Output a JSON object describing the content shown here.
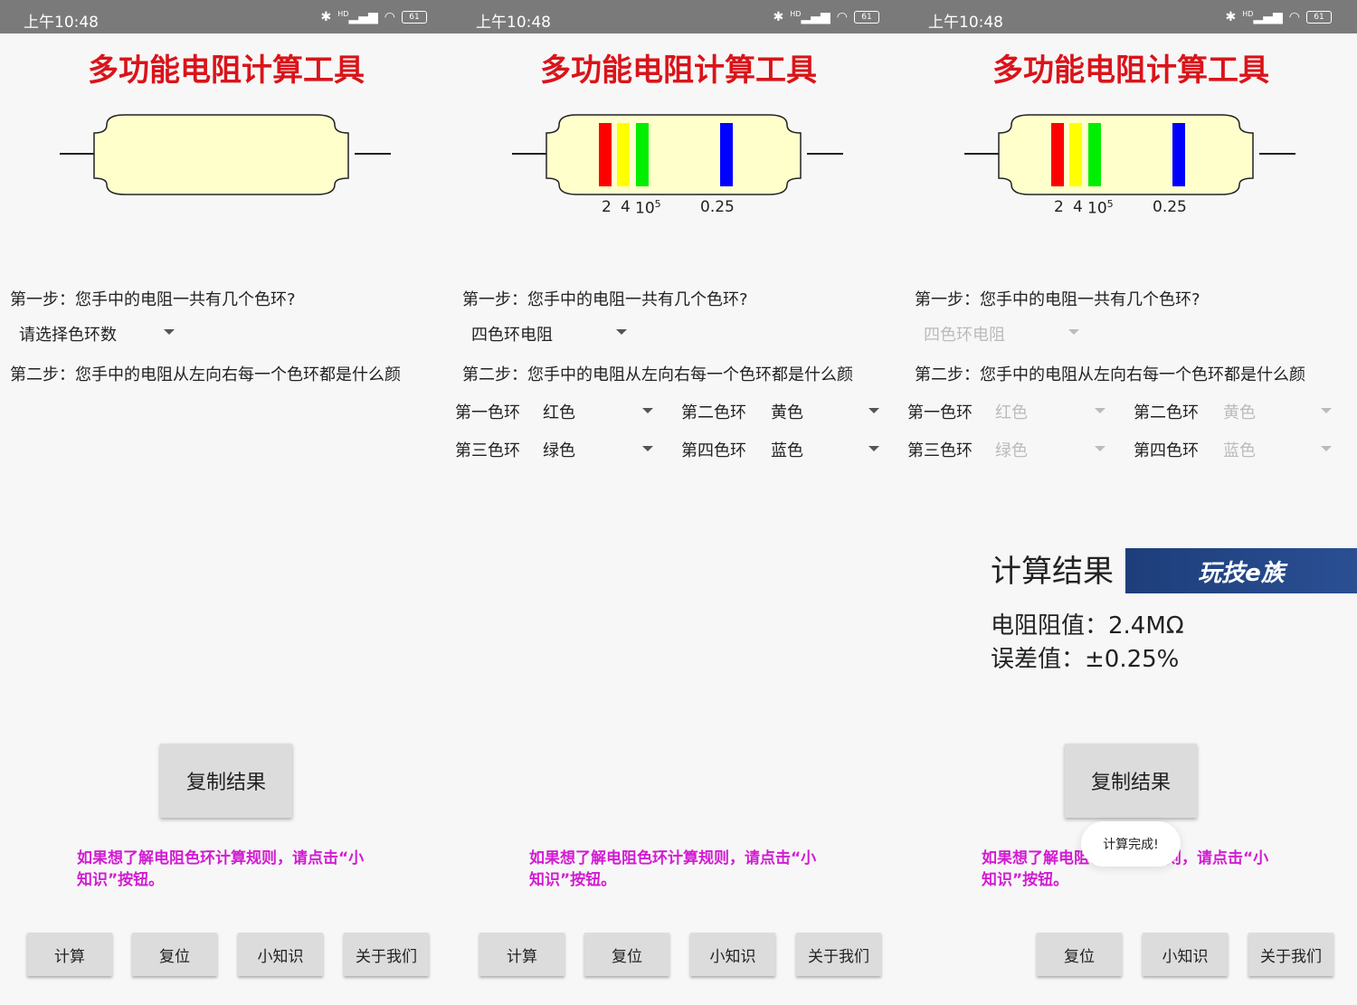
{
  "status": {
    "time": "上午10:48",
    "bluetooth": "bluetooth-icon",
    "signal": "signal-icon",
    "signal_badge": "HD",
    "wifi": "wifi-icon",
    "battery": "61"
  },
  "app": {
    "title": "多功能电阻计算工具"
  },
  "bands": {
    "colors": [
      "#ff0000",
      "#ffff00",
      "#00ee00",
      "#0000ff"
    ],
    "body_color": "#ffffcc",
    "labels": {
      "first": "2",
      "second": "4",
      "multiplier_base": "10",
      "multiplier_exp": "5",
      "tolerance": "0.25"
    }
  },
  "step1": {
    "text": "第一步：您手中的电阻一共有几个色环?",
    "placeholder": "请选择色环数",
    "selected": "四色环电阻"
  },
  "step2": {
    "text": "第二步：您手中的电阻从左向右每一个色环都是什么颜"
  },
  "band_selects": [
    {
      "label": "第一色环",
      "value": "红色"
    },
    {
      "label": "第二色环",
      "value": "黄色"
    },
    {
      "label": "第三色环",
      "value": "绿色"
    },
    {
      "label": "第四色环",
      "value": "蓝色"
    }
  ],
  "result": {
    "title": "计算结果",
    "resistance": "电阻阻值：2.4MΩ",
    "tolerance": "误差值：±0.25%",
    "watermark": "玩技e族"
  },
  "copy_button": "复制结果",
  "hint": "如果想了解电阻色环计算规则，请点击“小知识”按钮。",
  "toast": "计算完成!",
  "buttons": {
    "calc": "计算",
    "reset": "复位",
    "tips": "小知识",
    "about": "关于我们"
  }
}
